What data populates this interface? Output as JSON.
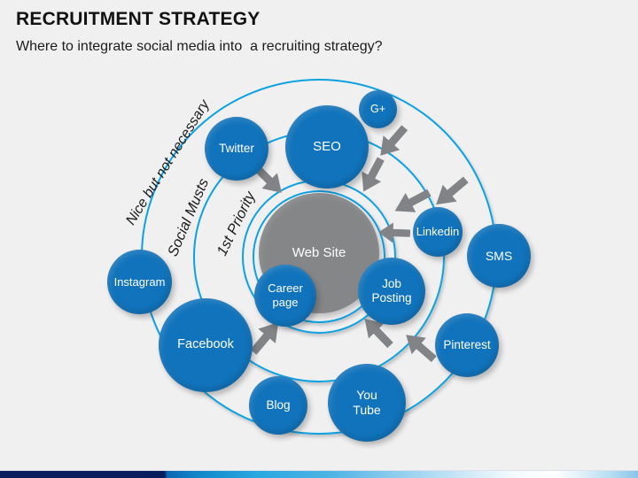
{
  "slide": {
    "title": "RECRUITMENT STRATEGY",
    "subtitle": "Where to integrate social media into  a recruiting strategy?"
  },
  "diagram": {
    "zones": {
      "outer": "Nice but not necessary",
      "middle": "Social Musts",
      "inner": "1st Priority"
    },
    "center": {
      "label": "Web Site"
    },
    "nodes": {
      "twitter": {
        "label": "Twitter"
      },
      "seo": {
        "label": "SEO"
      },
      "gplus": {
        "label": "G+"
      },
      "linkedin": {
        "label": "Linkedin"
      },
      "sms": {
        "label": "SMS"
      },
      "instagram": {
        "label": "Instagram"
      },
      "facebook": {
        "label": "Facebook"
      },
      "career": {
        "label": "Career page"
      },
      "job": {
        "label": "Job Posting"
      },
      "pinterest": {
        "label": "Pinterest"
      },
      "blog": {
        "label": "Blog"
      },
      "youtube": {
        "label": "You Tube"
      }
    },
    "icons": {
      "inward_arrow": "block-arrow"
    },
    "colors": {
      "node_fill": "#1173bb",
      "ring_stroke": "#0da1e0",
      "center_fill": "#848688",
      "arrow": "#818386",
      "bar_navy": "#0a1e5e",
      "bar_cyan": "#28a7e0",
      "bar_white": "#ffffff",
      "bar_edge": "#8cc4e7",
      "background": "#f0f0f1"
    }
  }
}
